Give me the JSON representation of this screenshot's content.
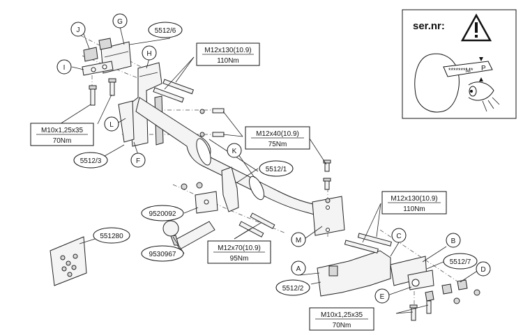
{
  "warning": {
    "title": "ser.nr:",
    "plate_text": "*******M*",
    "plate_suffix": "P"
  },
  "callouts": {
    "J": "J",
    "G": "G",
    "I": "I",
    "H": "H",
    "L": "L",
    "F": "F",
    "K": "K",
    "M": "M",
    "A": "A",
    "B": "B",
    "C": "C",
    "D": "D",
    "E": "E"
  },
  "part_numbers": {
    "p5512_6": "5512/6",
    "p5512_3": "5512/3",
    "p5512_1": "5512/1",
    "p9520092": "9520092",
    "p9530967": "9530967",
    "p551280": "551280",
    "p5512_2": "5512/2",
    "p5512_7": "5512/7"
  },
  "torque_specs": {
    "spec1": {
      "bolt": "M12x130(10.9)",
      "torque": "110Nm"
    },
    "spec2": {
      "bolt": "M10x1,25x35",
      "torque": "70Nm"
    },
    "spec3": {
      "bolt": "M12x40(10.9)",
      "torque": "75Nm"
    },
    "spec4": {
      "bolt": "M12x130(10.9)",
      "torque": "110Nm"
    },
    "spec5": {
      "bolt": "M12x70(10.9)",
      "torque": "95Nm"
    },
    "spec6": {
      "bolt": "M10x1,25x35",
      "torque": "70Nm"
    }
  }
}
